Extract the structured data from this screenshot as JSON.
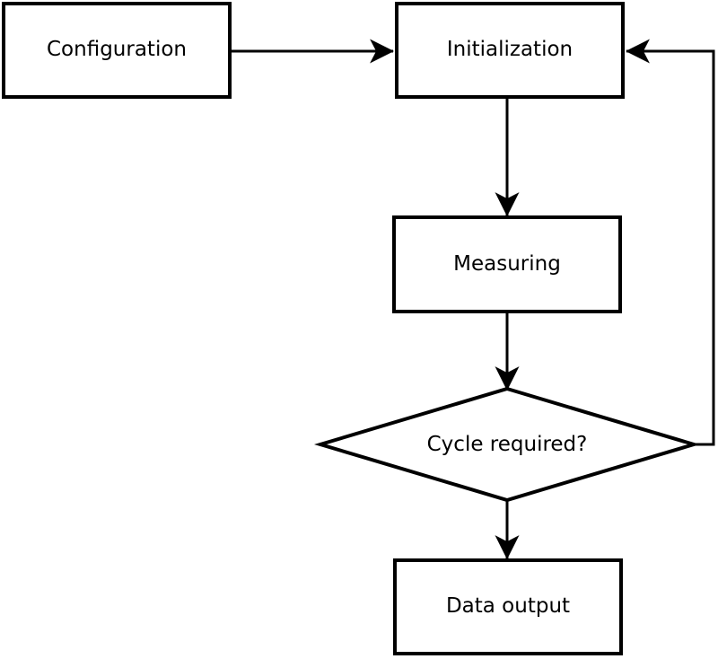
{
  "diagram": {
    "type": "flowchart",
    "colors": {
      "stroke": "#000000",
      "fill": "#ffffff",
      "text": "#000000",
      "background": "#ffffff"
    },
    "nodes": {
      "configuration": {
        "label": "Configuration",
        "shape": "rectangle"
      },
      "initialization": {
        "label": "Initialization",
        "shape": "rectangle"
      },
      "measuring": {
        "label": "Measuring",
        "shape": "rectangle"
      },
      "decision": {
        "label": "Cycle required?",
        "shape": "diamond"
      },
      "data_output": {
        "label": "Data output",
        "shape": "rectangle"
      }
    },
    "edges": [
      {
        "from": "configuration",
        "to": "initialization",
        "kind": "arrow"
      },
      {
        "from": "initialization",
        "to": "measuring",
        "kind": "arrow"
      },
      {
        "from": "measuring",
        "to": "decision",
        "kind": "arrow"
      },
      {
        "from": "decision",
        "to": "data_output",
        "kind": "arrow"
      },
      {
        "from": "decision",
        "to": "initialization",
        "kind": "loop-back-arrow"
      }
    ]
  }
}
